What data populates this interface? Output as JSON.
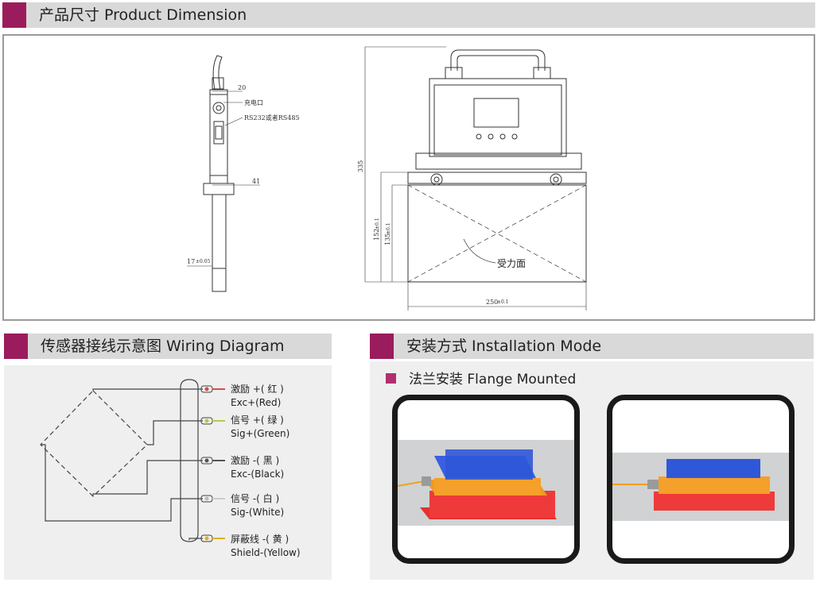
{
  "section_product": {
    "title": "产品尺寸 Product Dimension"
  },
  "side_view": {
    "dim_top": "20",
    "label_charge": "充电口",
    "label_port": "RS232或者RS485",
    "dim_flange": "41",
    "dim_plate": "17",
    "dim_plate_tol": "±0.05"
  },
  "front_view": {
    "dim_height_total": "335",
    "dim_height_body": "152",
    "dim_height_body_tol": "±0.1",
    "dim_height_face": "135",
    "dim_height_face_tol": "±0.1",
    "dim_width": "250",
    "dim_width_tol": "±0.1",
    "label_force": "受力面"
  },
  "section_wiring": {
    "title": "传感器接线示意图 Wiring Diagram"
  },
  "wires": [
    {
      "cn": "激励 +( 红 )",
      "en": "Exc+(Red)",
      "color": "#d94a4a"
    },
    {
      "cn": "信号 +( 绿 )",
      "en": "Sig+(Green)",
      "color": "#b8c94a"
    },
    {
      "cn": "激励 -( 黑 )",
      "en": "Exc-(Black)",
      "color": "#555555"
    },
    {
      "cn": "信号 -( 白 )",
      "en": "Sig-(White)",
      "color": "#cfcfcf"
    },
    {
      "cn": "屏蔽线 -( 黄 )",
      "en": "Shield-(Yellow)",
      "color": "#e0b020"
    }
  ],
  "section_install": {
    "title": "安装方式 Installation Mode"
  },
  "install_sub": {
    "label": "法兰安装 Flange Mounted"
  },
  "colors": {
    "accent": "#9b1c5c",
    "header_bg": "#d9d9d9"
  }
}
